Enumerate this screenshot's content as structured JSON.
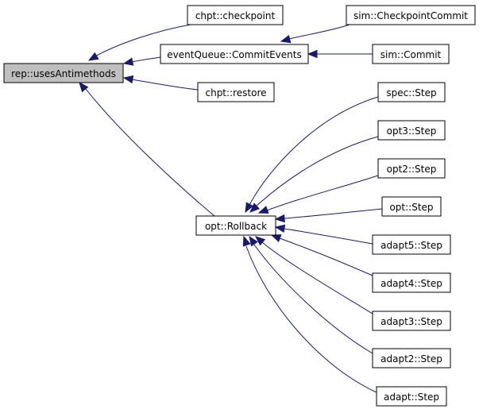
{
  "colors": {
    "edge": "#191970",
    "root_fill": "#bfbfbf",
    "node_fill": "#ffffff",
    "node_border": "#000000"
  },
  "nodes": {
    "root": {
      "label": "rep::usesAntimethods"
    },
    "checkpoint": {
      "label": "chpt::checkpoint"
    },
    "commit_events": {
      "label": "eventQueue::CommitEvents"
    },
    "restore": {
      "label": "chpt::restore"
    },
    "checkpoint_commit": {
      "label": "sim::CheckpointCommit"
    },
    "sim_commit": {
      "label": "sim::Commit"
    },
    "rollback": {
      "label": "opt::Rollback"
    },
    "spec_step": {
      "label": "spec::Step"
    },
    "opt3_step": {
      "label": "opt3::Step"
    },
    "opt2_step": {
      "label": "opt2::Step"
    },
    "opt_step": {
      "label": "opt::Step"
    },
    "adapt5_step": {
      "label": "adapt5::Step"
    },
    "adapt4_step": {
      "label": "adapt4::Step"
    },
    "adapt3_step": {
      "label": "adapt3::Step"
    },
    "adapt2_step": {
      "label": "adapt2::Step"
    },
    "adapt_step": {
      "label": "adapt::Step"
    }
  }
}
